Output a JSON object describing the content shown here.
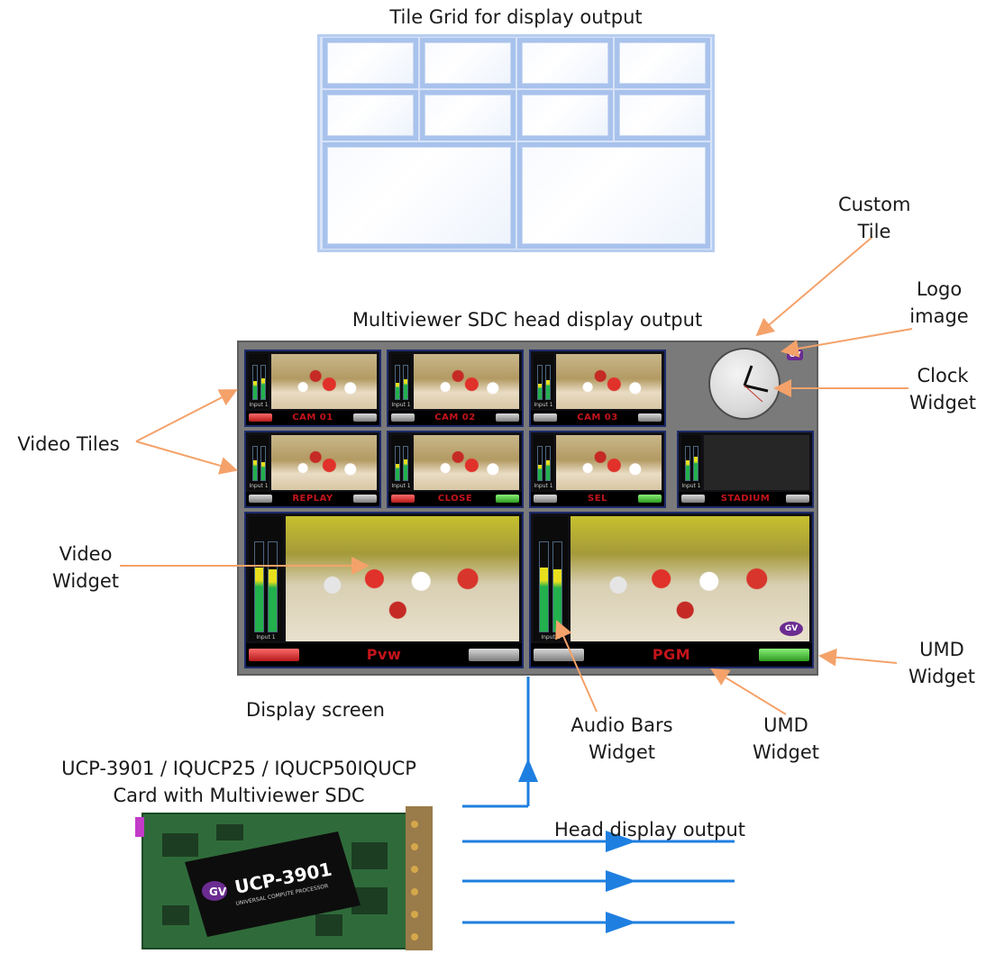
{
  "labels": {
    "tile_grid_title": "Tile Grid for display output",
    "monitor_title": "Multiviewer SDC head display output",
    "custom_tile": [
      "Custom",
      "Tile"
    ],
    "logo_image": [
      "Logo",
      "image"
    ],
    "clock_widget": [
      "Clock",
      "Widget"
    ],
    "video_tiles": "Video Tiles",
    "video_widget": [
      "Video",
      "Widget"
    ],
    "umd_widget_right": [
      "UMD",
      "Widget"
    ],
    "display_screen": "Display screen",
    "audio_bars_widget": [
      "Audio Bars",
      "Widget"
    ],
    "umd_widget_bottom": [
      "UMD",
      "Widget"
    ],
    "card_title": [
      "UCP-3901 / IQUCP25 / IQUCP50IQUCP",
      "Card with Multiviewer SDC"
    ],
    "head_display_output": "Head display output"
  },
  "tiles": [
    {
      "name": "CAM 01",
      "left": "red",
      "right": "grey",
      "input": "Input 1"
    },
    {
      "name": "CAM 02",
      "left": "grey",
      "right": "grey",
      "input": "Input 1"
    },
    {
      "name": "CAM 03",
      "left": "grey",
      "right": "grey",
      "input": "Input 1"
    },
    {
      "name": "REPLAY",
      "left": "grey",
      "right": "grey",
      "input": "Input 1"
    },
    {
      "name": "CLOSE",
      "left": "red",
      "right": "green",
      "input": "Input 1"
    },
    {
      "name": "SEL",
      "left": "grey",
      "right": "green",
      "input": "Input 1"
    },
    {
      "name": "STADIUM",
      "left": "grey",
      "right": "grey",
      "input": "Input 1"
    }
  ],
  "wide_tiles": [
    {
      "name": "Pvw",
      "left": "red",
      "right": "grey",
      "input": "Input 1"
    },
    {
      "name": "PGM",
      "left": "grey",
      "right": "green",
      "input": "Input 1"
    }
  ],
  "logos": {
    "monitor": "GV",
    "card": "GV"
  },
  "card": {
    "model": "UCP-3901",
    "subtitle": "UNIVERSAL COMPUTE PROCESSOR"
  },
  "colors": {
    "arrow": "#f4a26a",
    "signal": "#1e7fe0",
    "umd_text": "#c3141b",
    "grid": "#a8c2ec"
  }
}
